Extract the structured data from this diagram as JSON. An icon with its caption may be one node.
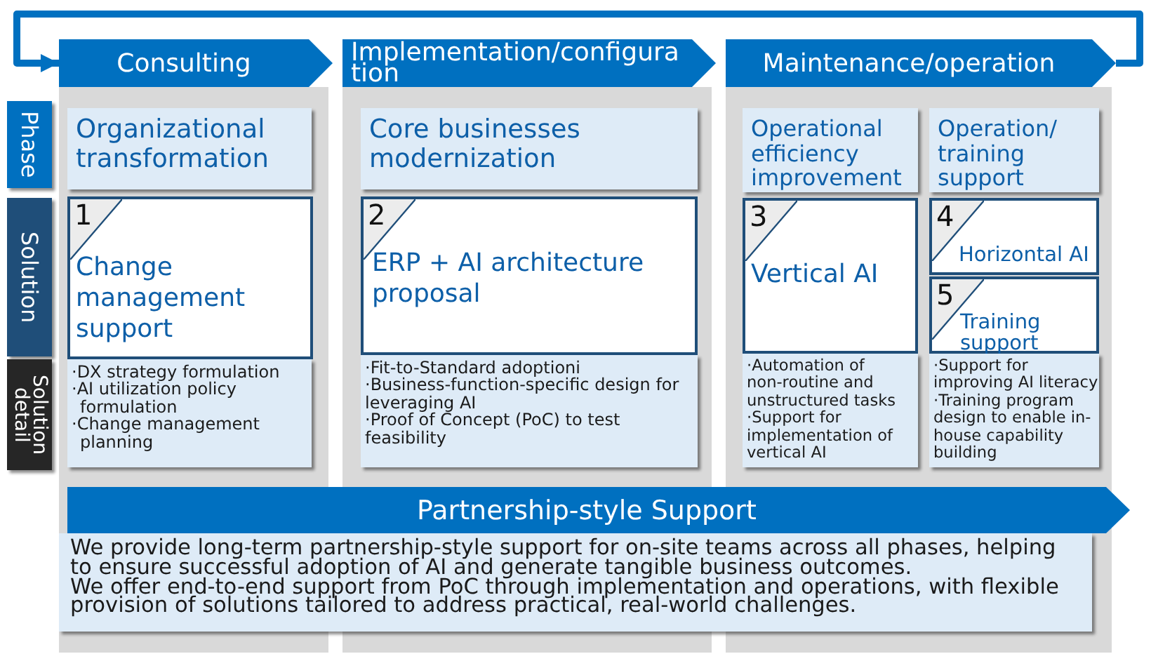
{
  "diagram": {
    "nodes": [
      {
        "text": [
          "Consulting"
        ]
      },
      {
        "text": [
          "Implementation/configura tion"
        ]
      },
      {
        "text": [
          "Maintenance/operation"
        ]
      },
      {
        "text": [
          "Phase"
        ]
      },
      {
        "text": [
          "Solution"
        ]
      },
      {
        "text": [
          "Solution detail"
        ]
      },
      {
        "text": [
          "Organizational transformation"
        ],
        "in": 0
      },
      {
        "text": [
          "1",
          "Change management support"
        ],
        "in": 0
      },
      {
        "text": [
          "·DX strategy formulation",
          "·AI utilization policy formulation",
          "·Change management planning"
        ],
        "in": 0
      },
      {
        "text": [
          "Core businesses modernization"
        ],
        "in": 1
      },
      {
        "text": [
          "2",
          "ERP + AI architecture proposal"
        ],
        "in": 1
      },
      {
        "text": [
          "·Fit-to-Standard adoptioni",
          "·Business-function-specific design for leveraging AI",
          "·Proof of Concept (PoC) to test feasibility"
        ],
        "in": 1
      },
      {
        "text": [
          "Operational efficiency improvement"
        ],
        "in": 2
      },
      {
        "text": [
          "Operation/ training support"
        ],
        "in": 2
      },
      {
        "text": [
          "3",
          "Vertical AI"
        ],
        "in": 2
      },
      {
        "text": [
          "4",
          "Horizontal AI"
        ],
        "in": 2
      },
      {
        "text": [
          "5",
          "Training support"
        ],
        "in": 2
      },
      {
        "text": [
          "·Automation of non-routine and unstructured tasks",
          "·Support for implementation of vertical AI"
        ],
        "in": 2
      },
      {
        "text": [
          "·Support for improving AI literacy",
          "·Training program design to enable in-house capability building"
        ],
        "in": 2
      },
      {
        "text": [
          "Partnership-style Support"
        ]
      },
      {
        "text": [
          "We provide long-term partnership-style support for on-site teams across all phases, helping to ensure successful adoption of AI and generate tangible business outcomes.",
          "We offer end-to-end support from PoC through implementation and operations, with flexible provision of solutions tailored to address practical, real-world challenges."
        ]
      }
    ],
    "edges": [
      {
        "from": 2,
        "to": 0,
        "arrow": "to"
      }
    ]
  }
}
